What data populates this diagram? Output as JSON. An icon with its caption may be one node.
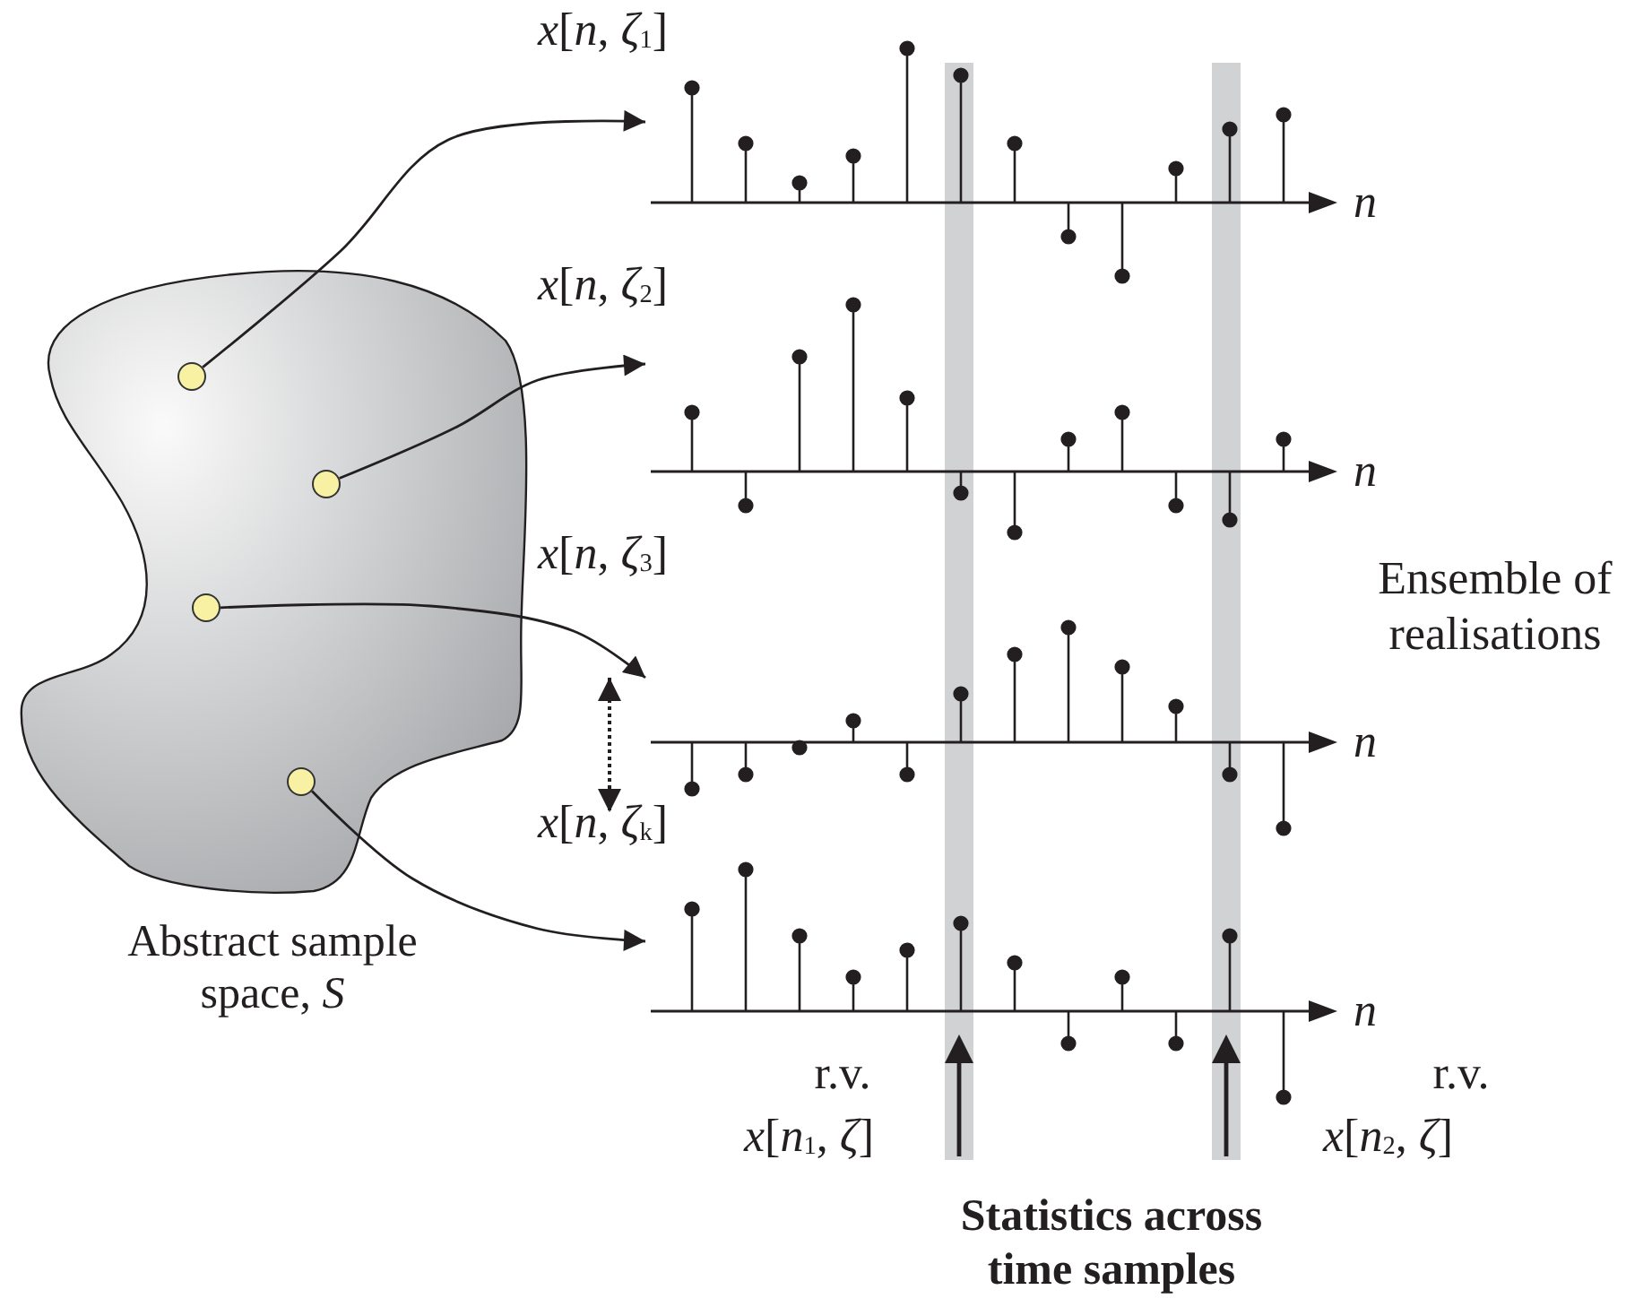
{
  "diagram": {
    "nodes": [
      {
        "text": [
          "Abstract sample space, *S*"
        ]
      },
      {
        "text": [],
        "shape": "circle",
        "in": 0
      },
      {
        "text": [],
        "shape": "circle",
        "in": 0
      },
      {
        "text": [],
        "shape": "circle",
        "in": 0
      },
      {
        "text": [],
        "shape": "circle",
        "in": 0
      },
      {
        "text": [
          "*x*[*n*, *ζ*$_{1}$]"
        ]
      },
      {
        "text": [
          "*x*[*n*, *ζ*$_{2}$]"
        ]
      },
      {
        "text": [
          "*x*[*n*, *ζ*$_{3}$]"
        ]
      },
      {
        "text": [
          "*x*[*n*, *ζ*$_{k}$]"
        ]
      },
      {
        "text": [],
        "shape": "bar"
      },
      {
        "text": [],
        "shape": "bar"
      }
    ],
    "edges": [
      {
        "from": 1,
        "to": 5,
        "arrow": "to"
      },
      {
        "from": 2,
        "to": 6,
        "arrow": "to"
      },
      {
        "from": 3,
        "to": 7,
        "arrow": "to"
      },
      {
        "from": 4,
        "to": 8,
        "arrow": "to"
      },
      {
        "from": 7,
        "to": 8,
        "arrow": "both",
        "style": "dashed"
      }
    ],
    "labels": [
      "n",
      "n",
      "Ensemble of realisations",
      "n",
      "n",
      "r.v.",
      "*x*[*n*$_{1}$, *ζ*]",
      "r.v.",
      "*x*[*n*$_{2}$, *ζ*]",
      "Statistics across time samples"
    ]
  }
}
